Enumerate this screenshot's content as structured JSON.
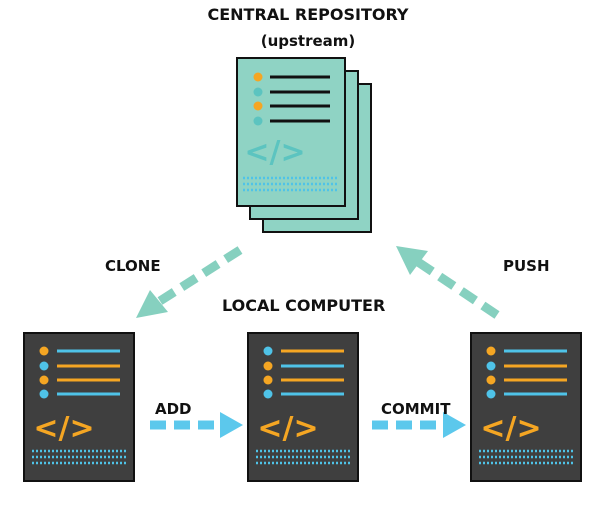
{
  "titles": {
    "central": "CENTRAL REPOSITORY",
    "upstream": "(upstream)",
    "local": "LOCAL COMPUTER"
  },
  "arrows": {
    "clone": "CLONE",
    "push": "PUSH",
    "add": "ADD",
    "commit": "COMMIT"
  },
  "icons": {
    "code_glyph": "</>"
  },
  "colors": {
    "teal": "#8fd3c4",
    "teal_accent": "#5cc4c0",
    "dark_doc": "#3f3f3f",
    "orange": "#f5a623",
    "cyan": "#4fc3e8",
    "arrow_teal": "#86d0bf",
    "arrow_cyan": "#5cc8ec"
  }
}
